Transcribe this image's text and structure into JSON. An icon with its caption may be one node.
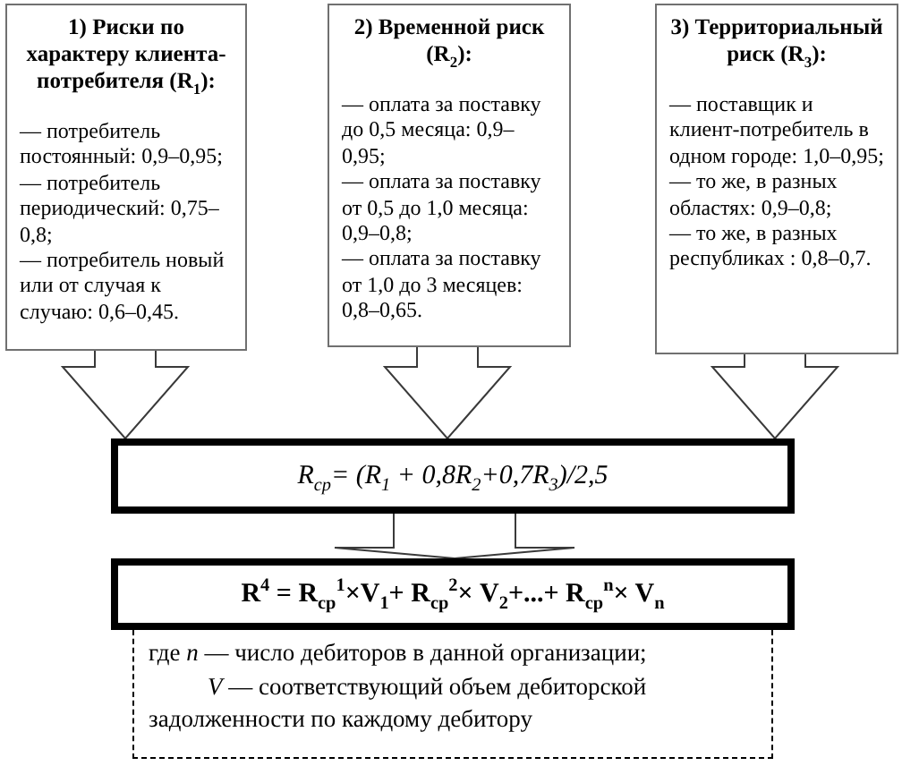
{
  "diagram": {
    "nodes": [
      {
        "text": [
          "1) Риски по характеру клиента-потребителя (R$_{1}$):",
          "— потребитель постоянный: 0,9–0,95;",
          "— потребитель периодический: 0,75–0,8;",
          "— потребитель новый или от случая к случаю: 0,6–0,45."
        ]
      },
      {
        "text": [
          "2) Временной риск (R$_{2}$):",
          "— оплата за поставку до 0,5 месяца: 0,9–0,95;",
          "— оплата за поставку от 0,5 до 1,0 месяца: 0,9–0,8;",
          "— оплата за поставку от 1,0 до 3 месяцев: 0,8–0,65."
        ]
      },
      {
        "text": [
          "3) Территориальный риск (R$_{3}$):",
          "— поставщик и клиент-потребитель в одном городе: 1,0–0,95;",
          "— то же, в разных областях: 0,9–0,8;",
          "— то же, в разных республиках : 0,8–0,7."
        ]
      },
      {
        "text": [
          "R$_{ср}$= (R$_{1}$ + 0,8R$_{2}$+0,7R$_{3}$)/2,5"
        ]
      },
      {
        "text": [
          "R$^{4}$ = R$_{ср}$$^{1}$×V$_{1}$+ R$_{ср}$$^{2}$× V$_{2}$+...+ R$_{ср}$$^{n}$× V$_{n}$"
        ]
      },
      {
        "text": [
          "где *n* — число дебиторов в данной организации;",
          "*V* — соответствующий объем дебиторской задолженности по каждому дебитору"
        ]
      }
    ],
    "edges": [
      {
        "from": 0,
        "to": 3,
        "arrow": "to"
      },
      {
        "from": 1,
        "to": 3,
        "arrow": "to"
      },
      {
        "from": 2,
        "to": 3,
        "arrow": "to"
      },
      {
        "from": 3,
        "to": 4,
        "arrow": "to"
      }
    ]
  }
}
